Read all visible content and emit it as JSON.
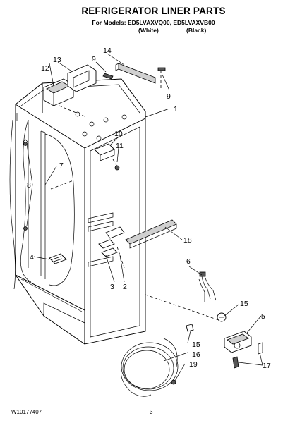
{
  "header": {
    "title": "REFRIGERATOR LINER PARTS",
    "models_line": "For Models: ED5LVAXVQ00, ED5LVAXVB00",
    "variant_white": "(White)",
    "variant_black": "(Black)"
  },
  "footer": {
    "document_number": "W10177407",
    "page_number": "3"
  },
  "callouts": {
    "c1": "1",
    "c2": "2",
    "c3": "3",
    "c4": "4",
    "c5": "5",
    "c6": "6",
    "c7": "7",
    "c8": "8",
    "c9a": "9",
    "c9b": "9",
    "c10": "10",
    "c11": "11",
    "c12": "12",
    "c13": "13",
    "c14": "14",
    "c15a": "15",
    "c15b": "15",
    "c16": "16",
    "c17": "17",
    "c18": "18",
    "c19": "19"
  }
}
